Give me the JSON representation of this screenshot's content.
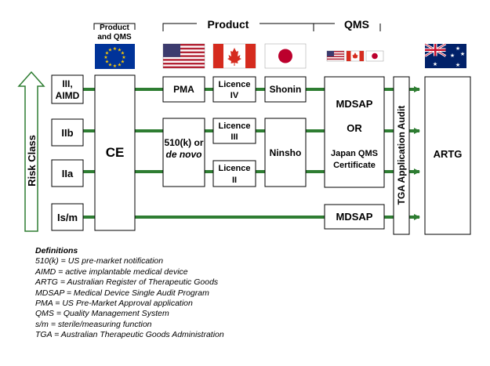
{
  "header": {
    "eu_label_line1": "Product",
    "eu_label_line2": "and QMS",
    "product_label": "Product",
    "qms_label": "QMS"
  },
  "flags": [
    "eu-flag-icon",
    "us-flag-icon",
    "canada-flag-icon",
    "japan-flag-icon",
    "australia-flag-icon"
  ],
  "risk_axis_label": "Risk Class",
  "risk_classes": [
    "III,",
    "AIMD",
    "IIb",
    "IIa",
    "Is/m"
  ],
  "boxes": {
    "ce": "CE",
    "pma": "PMA",
    "k510_line1": "510(k) or",
    "k510_line2": "de novo",
    "licence_iv_1": "Licence",
    "licence_iv_2": "IV",
    "licence_iii_1": "Licence",
    "licence_iii_2": "III",
    "licence_ii_1": "Licence",
    "licence_ii_2": "II",
    "shonin": "Shonin",
    "ninsho": "Ninsho",
    "mdsap_top": "MDSAP",
    "or": "OR",
    "japan_qms_1": "Japan QMS",
    "japan_qms_2": "Certificate",
    "mdsap_bottom": "MDSAP",
    "tga_audit": "TGA Application Audit",
    "artg": "ARTG"
  },
  "colors": {
    "line_green": "#2e7d32",
    "flag_blue_eu": "#003399",
    "flag_gold_eu": "#ffcc00",
    "flag_red": "#d52b1e",
    "flag_navy": "#012169"
  },
  "definitions": {
    "title": "Definitions",
    "items": [
      "510(k) = US pre-market notification",
      "AIMD = active implantable medical device",
      "ARTG = Australian Register of Therapeutic Goods",
      "MDSAP = Medical Device Single Audit Program",
      "PMA = US Pre-Market Approval application",
      "QMS = Quality Management System",
      "s/m = sterile/measuring function",
      "TGA = Australian Therapeutic Goods Administration"
    ]
  }
}
